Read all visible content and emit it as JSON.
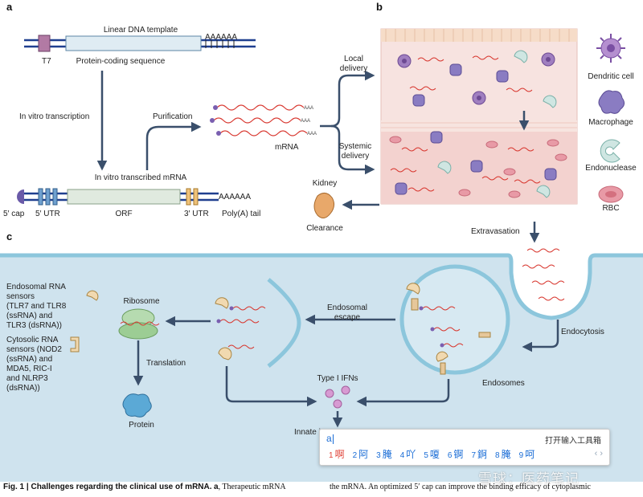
{
  "panels": {
    "a": "a",
    "b": "b",
    "c": "c"
  },
  "panel_a": {
    "template_title": "Linear DNA template",
    "t7": "T7",
    "coding_seq": "Protein-coding sequence",
    "polyA_seq": "AAAAAA",
    "ivt_step": "In vitro transcription",
    "ivt_mrna": "In vitro transcribed mRNA",
    "purification": "Purification",
    "mrna": "mRNA",
    "cap": "5′ cap",
    "utr5": "5′ UTR",
    "orf": "ORF",
    "utr3": "3′ UTR",
    "polyA_tail_seq": "AAAAAA",
    "polyA_tail": "Poly(A) tail",
    "aaa": "AAA"
  },
  "panel_b": {
    "local_delivery": "Local delivery",
    "systemic_delivery": "Systemic delivery",
    "kidney": "Kidney",
    "clearance": "Clearance",
    "extravasation": "Extravasation",
    "legend": [
      {
        "label": "Dendritic cell",
        "icon": "dendritic-cell-icon"
      },
      {
        "label": "Macrophage",
        "icon": "macrophage-icon"
      },
      {
        "label": "Endonuclease",
        "icon": "endonuclease-icon"
      },
      {
        "label": "RBC",
        "icon": "rbc-icon"
      }
    ]
  },
  "panel_c": {
    "endosomal_sensors": "Endosomal RNA sensors (TLR7 and TLR8 (ssRNA) and TLR3 (dsRNA))",
    "cytosolic_sensors": "Cytosolic RNA sensors (NOD2 (ssRNA) and MDA5, RIC-I and NLRP3 (dsRNA))",
    "ribosome": "Ribosome",
    "translation": "Translation",
    "protein": "Protein",
    "endosomal_escape": "Endosomal escape",
    "type1_ifns": "Type I IFNs",
    "endosomes": "Endosomes",
    "endocytosis": "Endocytosis",
    "innate": "Innate immune response"
  },
  "ime": {
    "composition": "a",
    "toolbox": "打开输入工具箱",
    "candidates": [
      {
        "n": "1",
        "t": "啊"
      },
      {
        "n": "2",
        "t": "阿"
      },
      {
        "n": "3",
        "t": "腌"
      },
      {
        "n": "4",
        "t": "吖"
      },
      {
        "n": "5",
        "t": "嗄"
      },
      {
        "n": "6",
        "t": "锕"
      },
      {
        "n": "7",
        "t": "錒"
      },
      {
        "n": "8",
        "t": "腌"
      },
      {
        "n": "9",
        "t": "呵"
      }
    ],
    "pager": "‹ ›"
  },
  "caption": {
    "label": "Fig. 1 | Challenges regarding the clinical use of mRNA.",
    "a": "a",
    "text_left": ", Therapeutic mRNA",
    "text_right": "the mRNA. An optimized 5′ cap can improve the binding efficacy of cytoplasmic"
  },
  "watermark": "雪球：医药笔记",
  "colors": {
    "dna_blue": "#1f3f8f",
    "arrow": "#3a4f6b",
    "rna_red": "#d8372f",
    "cap_purple": "#7a5fb0",
    "cell_bg": "#cfe3ee",
    "membrane": "#8cc6dc"
  }
}
